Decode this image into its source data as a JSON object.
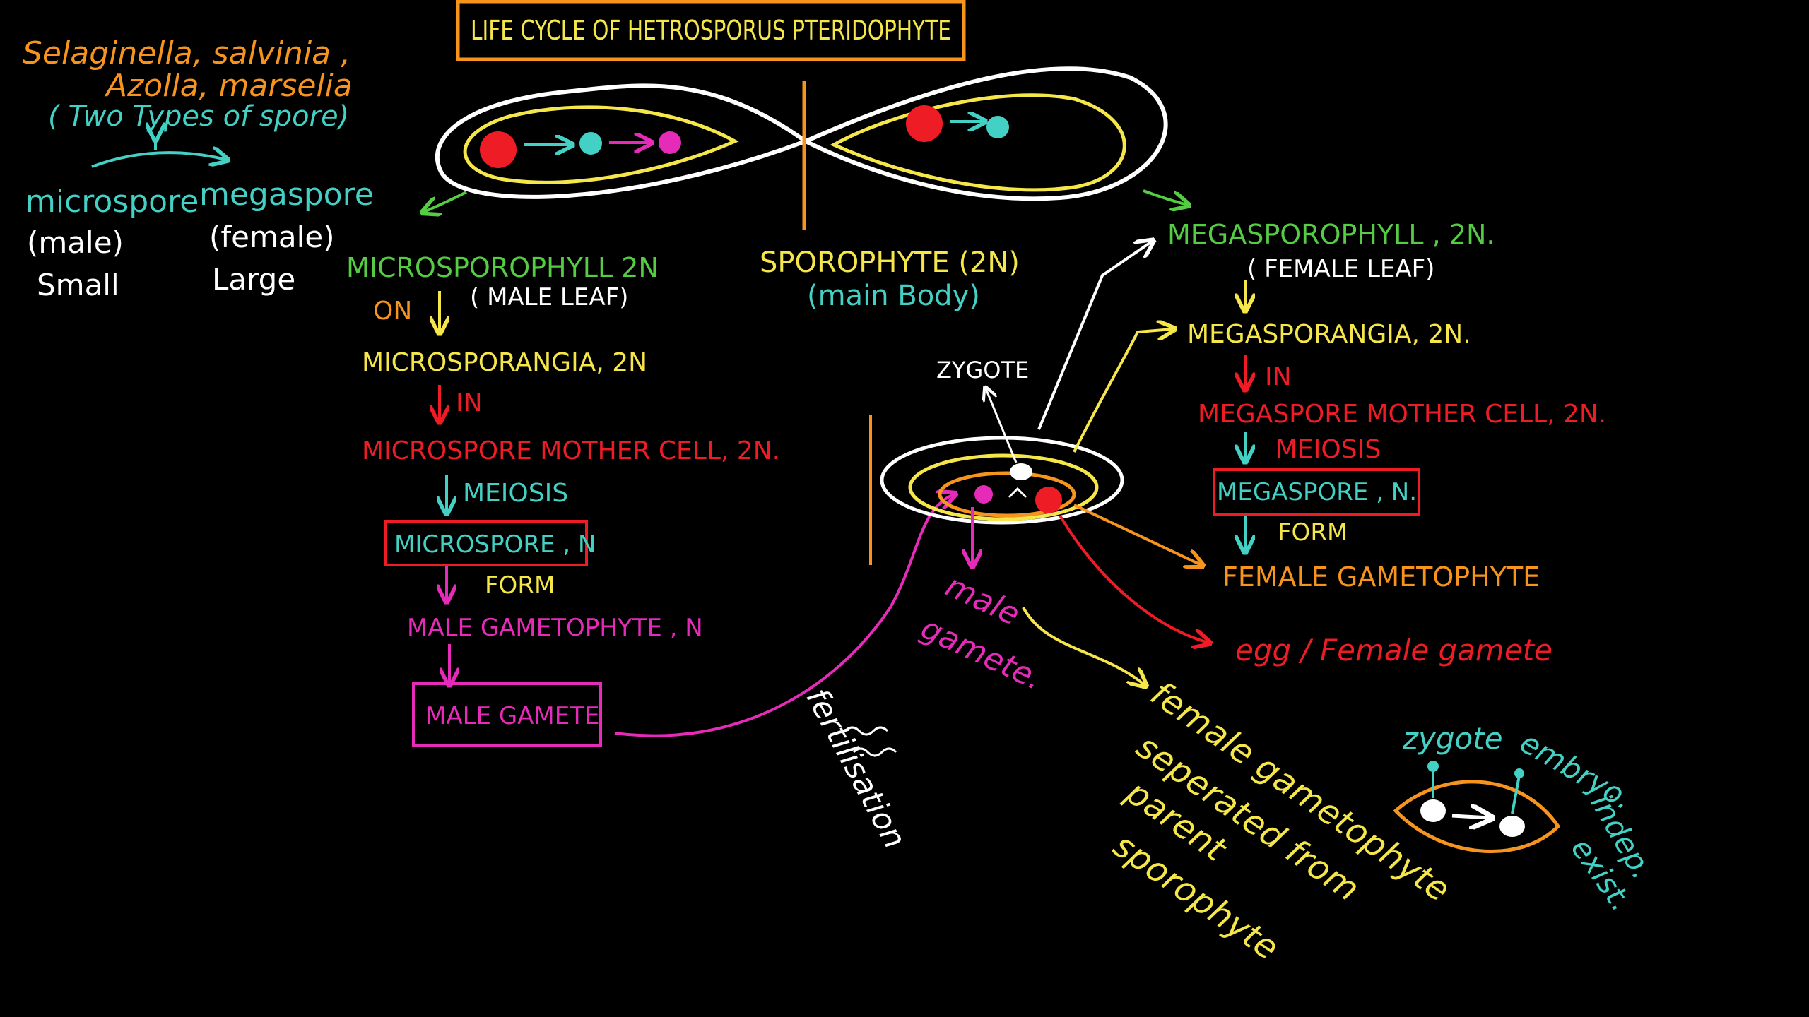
{
  "colors": {
    "yellow": "#f5e64a",
    "orange": "#f7941d",
    "teal": "#44d1c5",
    "green": "#55cc44",
    "red": "#ee1c25",
    "magenta": "#e52bb8",
    "white": "#ffffff"
  },
  "title": "LIFE CYCLE OF HETROSPORUS PTERIDOPHYTE",
  "examples": {
    "line1": "Selaginella, salvinia ,",
    "line2": "Azolla, marselia",
    "line3": "( Two Types of spore)"
  },
  "spore_types": {
    "micro": "microspore",
    "micro_sex": "(male)",
    "micro_size": "Small",
    "mega": "megaspore",
    "mega_sex": "(female)",
    "mega_size": "Large"
  },
  "sporophyte": {
    "label": "SPOROPHYTE (2N)",
    "sub": "(main Body)"
  },
  "male_branch": {
    "sporophyll": "MICROSPOROPHYLL 2N",
    "on": "ON",
    "leaf": "( MALE LEAF)",
    "sporangia": "MICROSPORANGIA, 2N",
    "in": "IN",
    "mother_cell": "MICROSPORE MOTHER CELL, 2N.",
    "meiosis": "MEIOSIS",
    "spore": "MICROSPORE , N",
    "form": "FORM",
    "gametophyte": "MALE GAMETOPHYTE , N",
    "gamete": "MALE GAMETE"
  },
  "female_branch": {
    "sporophyll": "MEGASPOROPHYLL , 2N.",
    "leaf": "( FEMALE LEAF)",
    "sporangia": "MEGASPORANGIA, 2N.",
    "in": "IN",
    "mother_cell": "MEGASPORE MOTHER CELL, 2N.",
    "meiosis": "MEIOSIS",
    "spore": "MEGASPORE , N.",
    "form": "FORM",
    "gametophyte": "FEMALE GAMETOPHYTE",
    "egg": "egg / Female gamete"
  },
  "center": {
    "zygote": "ZYGOTE",
    "male_gamete_1": "male",
    "male_gamete_2": "gamete.",
    "fertilisation": "fertilisation"
  },
  "separation": {
    "line1": "female gametophyte",
    "line2": "seperated from",
    "line3": "parent",
    "line4": "sporophyte"
  },
  "embryo_stage": {
    "zygote": "zygote",
    "embryo": "embryo.",
    "indep": "indep.",
    "exist": "exist."
  }
}
